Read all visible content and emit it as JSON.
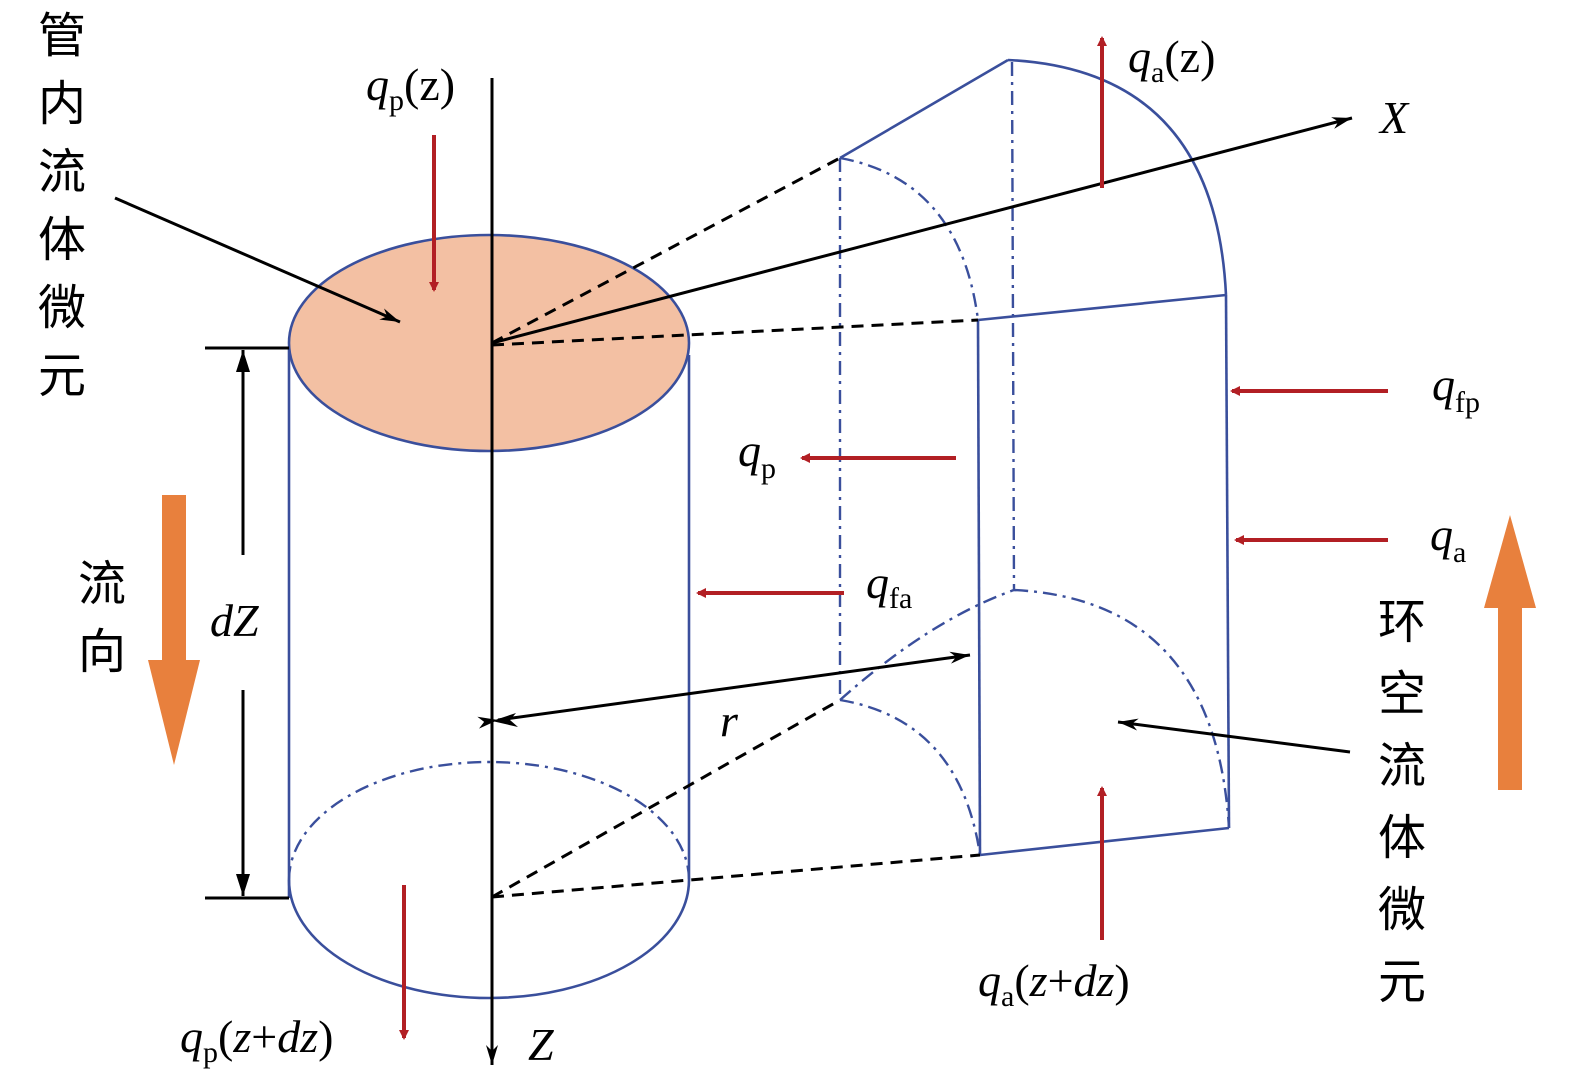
{
  "labels": {
    "qp_z_q": "q",
    "qp_z_sub": "p",
    "qp_z_arg": "(z)",
    "qa_z_q": "q",
    "qa_z_sub": "a",
    "qa_z_arg": "(z)",
    "x_axis": "X",
    "z_axis": "Z",
    "qfp_q": "q",
    "qfp_sub": "fp",
    "qp_q": "q",
    "qp_sub": "p",
    "qa_q": "q",
    "qa_sub": "a",
    "qfa_q": "q",
    "qfa_sub": "fa",
    "dz": "dZ",
    "r": "r",
    "qa_zdz_q": "q",
    "qa_zdz_sub": "a",
    "qa_zdz_arg_open": "(",
    "qa_zdz_z": "z",
    "qa_zdz_plus": "+",
    "qa_zdz_dz": "dz",
    "qa_zdz_close": ")",
    "qp_zdz_q": "q",
    "qp_zdz_sub": "p",
    "qp_zdz_arg_open": "(",
    "qp_zdz_z": "z",
    "qp_zdz_plus": "+",
    "qp_zdz_dz": "dz",
    "qp_zdz_close": ")"
  },
  "cjk": {
    "pipe_fluid": [
      "管",
      "内",
      "流",
      "体",
      "微",
      "元"
    ],
    "flow_dir": [
      "流",
      "向"
    ],
    "annulus_fluid": [
      "环",
      "空",
      "流",
      "体",
      "微",
      "元"
    ]
  },
  "colors": {
    "pipe_top_fill": "#f3c0a3",
    "cylinder_stroke": "#3a4f9c",
    "heat_arrow": "#b21f24",
    "flow_arrow": "#e8803d"
  }
}
